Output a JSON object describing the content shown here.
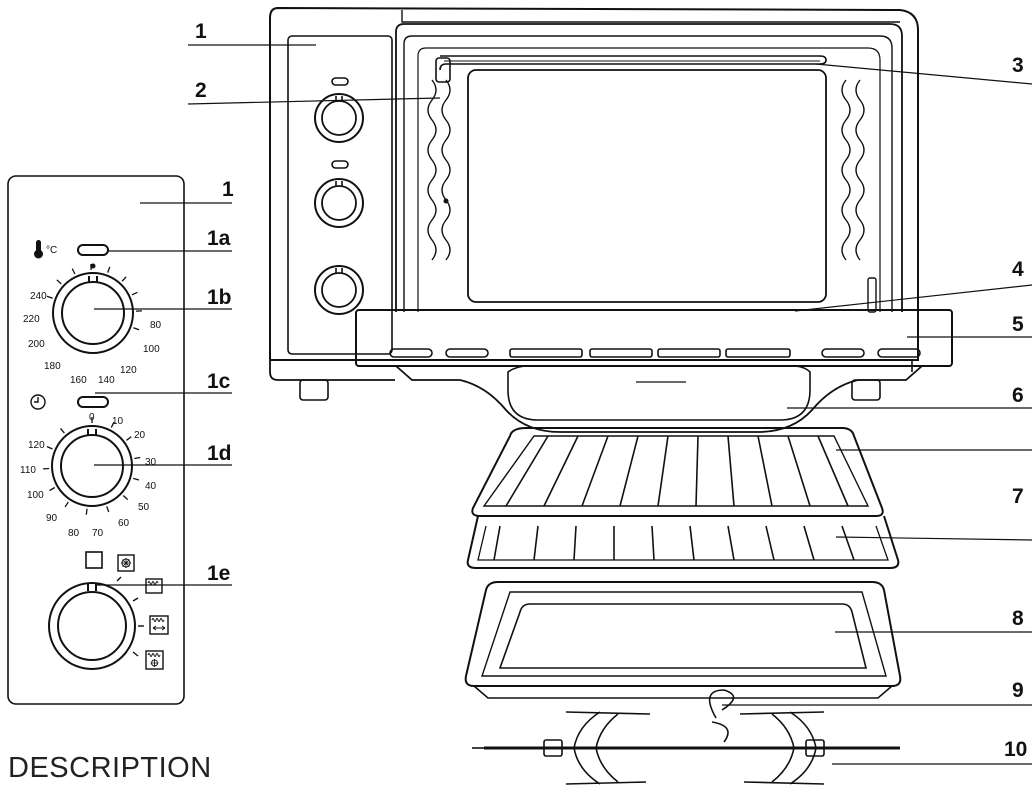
{
  "title": "DESCRIPTION",
  "callouts": {
    "oven_top": "1",
    "lamp": "2",
    "heating_element": "3",
    "door_glass": "4",
    "door_handle": "5",
    "handle_grip": "6",
    "wire_racks": "7",
    "baking_tray": "8",
    "tray_handle": "9",
    "rotisserie_spit": "10",
    "panel": "1",
    "panel_lamp": "1a",
    "thermostat_knob": "1b",
    "timer_lamp": "1c",
    "timer_knob": "1d",
    "function_knob": "1e"
  },
  "thermostat": {
    "unit": "°C",
    "scale": [
      "240",
      "220",
      "200",
      "180",
      "160",
      "140",
      "120",
      "100",
      "80"
    ]
  },
  "timer": {
    "scale": [
      "0",
      "10",
      "20",
      "30",
      "40",
      "50",
      "60",
      "70",
      "80",
      "90",
      "100",
      "110",
      "120"
    ]
  },
  "icons": {
    "thermometer": "thermometer-icon",
    "clock": "clock-icon",
    "off": "off-icon",
    "convection": "fan-icon",
    "top_heat": "top-element-icon",
    "top_bottom": "top-bottom-element-icon",
    "fan_grill": "fan-grill-icon"
  }
}
